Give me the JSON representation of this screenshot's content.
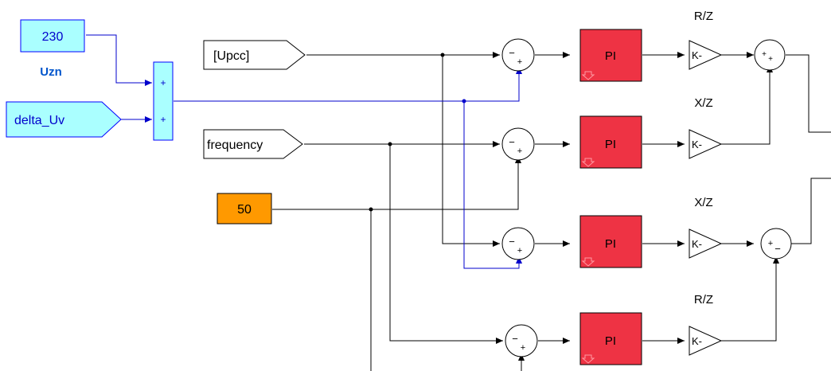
{
  "constant_uzn": {
    "value": "230",
    "label": "Uzn"
  },
  "inport_delta": {
    "label": "delta_Uv"
  },
  "goto_upcc": {
    "label": "[Upcc]"
  },
  "goto_frequency": {
    "label": "frequency"
  },
  "constant_freq": {
    "value": "50"
  },
  "sum_main": {
    "sign1": "+",
    "sign2": "+"
  },
  "pi_label": "PI",
  "gain_label": "K-",
  "gain_titles": [
    "R/Z",
    "X/Z",
    "X/Z",
    "R/Z"
  ],
  "sum_signs": {
    "minus": "−",
    "plus": "+"
  },
  "colors": {
    "constant_cyan": "#aaffff",
    "constant_cyan_border": "#0000ff",
    "constant_orange": "#ff9900",
    "pi_red": "#ee3344",
    "signal_blue": "#0000cc",
    "signal_black": "#000000",
    "label_blue": "#0055cc"
  }
}
